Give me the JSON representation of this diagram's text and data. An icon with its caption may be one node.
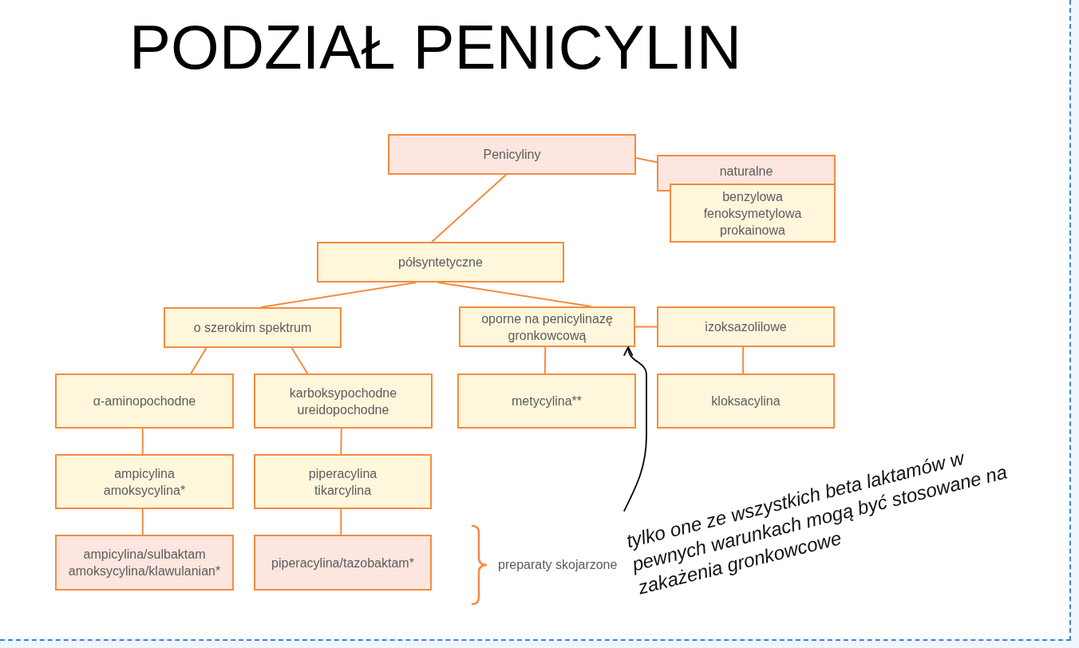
{
  "diagram": {
    "title": "PODZIAŁ PENICYLIN",
    "nodes": [
      {
        "text": [
          "Penicyliny"
        ]
      },
      {
        "text": [
          "naturalne"
        ]
      },
      {
        "text": [
          "benzylowa",
          "fenoksymetylowa",
          "prokainowa"
        ]
      },
      {
        "text": [
          "półsyntetyczne"
        ]
      },
      {
        "text": [
          "o szerokim spektrum"
        ]
      },
      {
        "text": [
          "oporne na penicylinazę gronkowcową"
        ]
      },
      {
        "text": [
          "izoksazolilowe"
        ]
      },
      {
        "text": [
          "α-aminopochodne"
        ]
      },
      {
        "text": [
          "karboksypochodne",
          "ureidopochodne"
        ]
      },
      {
        "text": [
          "metycylina**"
        ]
      },
      {
        "text": [
          "kloksacylina"
        ]
      },
      {
        "text": [
          "ampicylina",
          "amoksycylina*"
        ]
      },
      {
        "text": [
          "piperacylina",
          "tikarcylina"
        ]
      },
      {
        "text": [
          "ampicylina/sulbaktam",
          "amoksycylina/klawulanian*"
        ]
      },
      {
        "text": [
          "piperacylina/tazobaktam*"
        ]
      },
      {
        "text": [
          "tylko one ze wszystkich beta laktamów w pewnych warunkach mogą być stosowane na zakażenia gronkowcowe"
        ]
      }
    ],
    "edges": [
      {
        "from": 0,
        "to": 1,
        "arrow": "none"
      },
      {
        "from": 0,
        "to": 3,
        "arrow": "none"
      },
      {
        "from": 3,
        "to": 4,
        "arrow": "none"
      },
      {
        "from": 3,
        "to": 5,
        "arrow": "none"
      },
      {
        "from": 5,
        "to": 6,
        "arrow": "none"
      },
      {
        "from": 4,
        "to": 7,
        "arrow": "none"
      },
      {
        "from": 4,
        "to": 8,
        "arrow": "none"
      },
      {
        "from": 5,
        "to": 9,
        "arrow": "none"
      },
      {
        "from": 6,
        "to": 10,
        "arrow": "none"
      },
      {
        "from": 7,
        "to": 11,
        "arrow": "none"
      },
      {
        "from": 8,
        "to": 12,
        "arrow": "none"
      },
      {
        "from": 11,
        "to": 13,
        "arrow": "none"
      },
      {
        "from": 12,
        "to": 14,
        "arrow": "none"
      },
      {
        "from": 15,
        "to": 5,
        "arrow": "to",
        "color": "#000000"
      }
    ],
    "labels": [
      "preparaty skojarzone"
    ]
  }
}
